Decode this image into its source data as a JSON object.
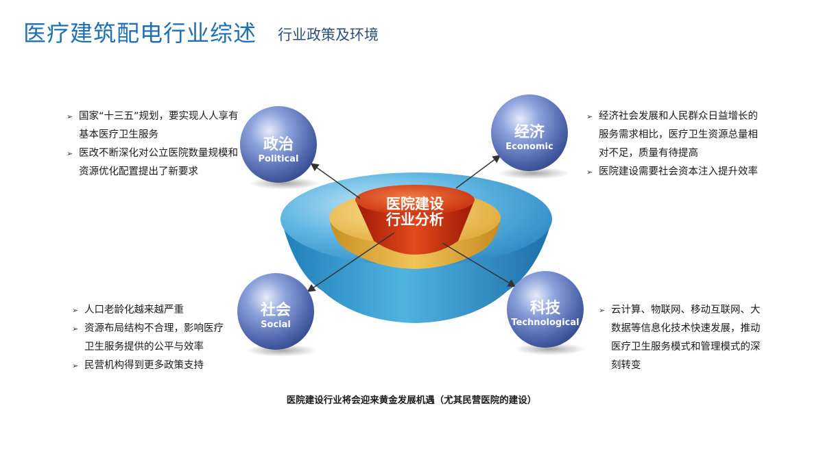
{
  "header": {
    "title": "医疗建筑配电行业综述",
    "subtitle": "行业政策及环境"
  },
  "center": {
    "line1": "医院建设",
    "line2": "行业分析"
  },
  "spheres": {
    "political": {
      "cn": "政治",
      "en": "Political"
    },
    "economic": {
      "cn": "经济",
      "en": "Economic"
    },
    "social": {
      "cn": "社会",
      "en": "Social"
    },
    "technological": {
      "cn": "科技",
      "en": "Technological"
    }
  },
  "political_points": [
    "国家“十三五”规划，要实现人人享有基本医疗卫生服务",
    "医改不断深化对公立医院数量规模和资源优化配置提出了新要求"
  ],
  "economic_points": [
    "经济社会发展和人民群众日益增长的服务需求相比，医疗卫生资源总量相对不足，质量有待提高",
    "医院建设需要社会资本注入提升效率"
  ],
  "social_points": [
    "人口老龄化越来越严重",
    "资源布局结构不合理，影响医疗卫生服务提供的公平与效率",
    "民营机构得到更多政策支持"
  ],
  "tech_points": [
    "云计算、物联网、移动互联网、大数据等信息化技术快速发展，推动医疗卫生服务模式和管理模式的深刻转变"
  ],
  "conclusion": "医院建设行业将会迎来黄金发展机遇（尤其民营医院的建设）",
  "colors": {
    "title": "#1f6fb5",
    "bowl_outer": "#2f93c9",
    "bowl_middle": "#e8b84a",
    "bowl_inner": "#c72a10",
    "sphere": "#6d86c9"
  }
}
